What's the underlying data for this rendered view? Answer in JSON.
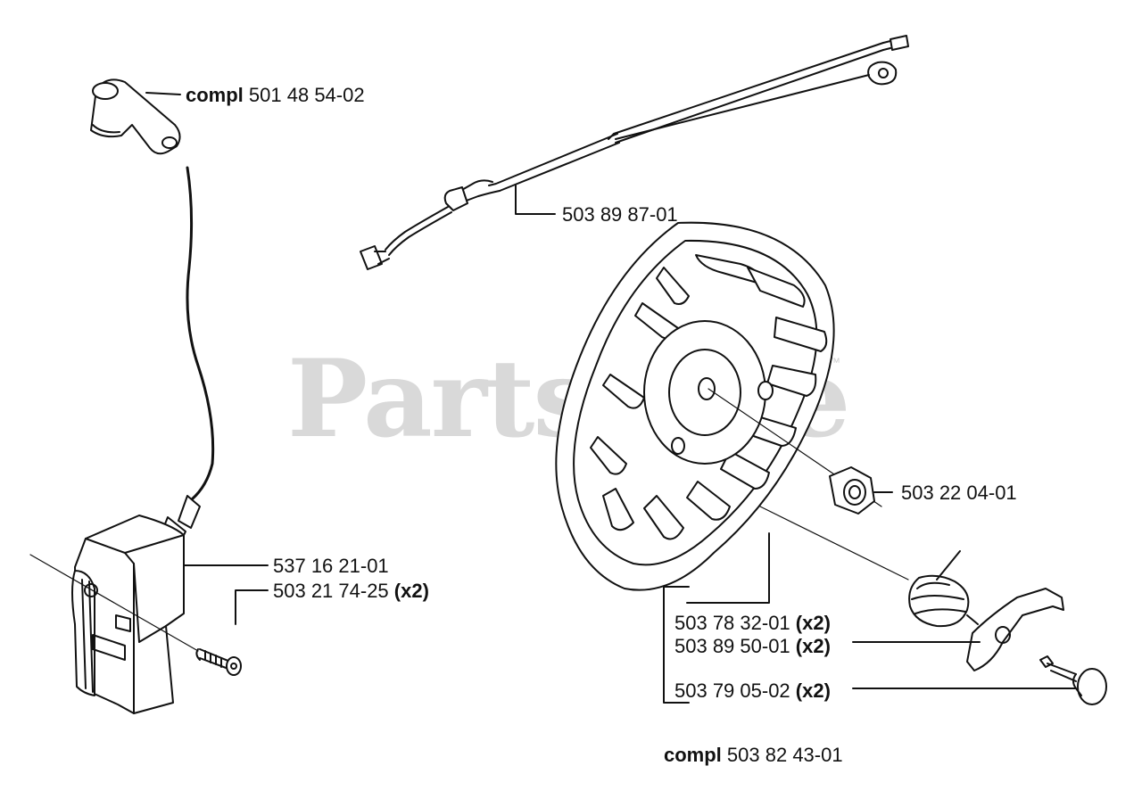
{
  "watermark": {
    "text": "PartsTree",
    "trademark": "™"
  },
  "callouts": [
    {
      "id": "spark-plug-boot",
      "prefix": "compl",
      "number": "501 48 54-02",
      "suffix": ""
    },
    {
      "id": "wire-harness",
      "prefix": "",
      "number": "503 89 87-01",
      "suffix": ""
    },
    {
      "id": "ignition-module",
      "prefix": "",
      "number": "537 16 21-01",
      "suffix": ""
    },
    {
      "id": "module-screw",
      "prefix": "",
      "number": "503 21 74-25",
      "suffix": "(x2)"
    },
    {
      "id": "flywheel-nut",
      "prefix": "",
      "number": "503 22 04-01",
      "suffix": ""
    },
    {
      "id": "pawl",
      "prefix": "",
      "number": "503 78 32-01",
      "suffix": "(x2)"
    },
    {
      "id": "pawl-spring",
      "prefix": "",
      "number": "503 89 50-01",
      "suffix": "(x2)"
    },
    {
      "id": "pawl-pin",
      "prefix": "",
      "number": "503 79 05-02",
      "suffix": "(x2)"
    },
    {
      "id": "flywheel-assembly",
      "prefix": "compl",
      "number": "503 82 43-01",
      "suffix": ""
    }
  ]
}
